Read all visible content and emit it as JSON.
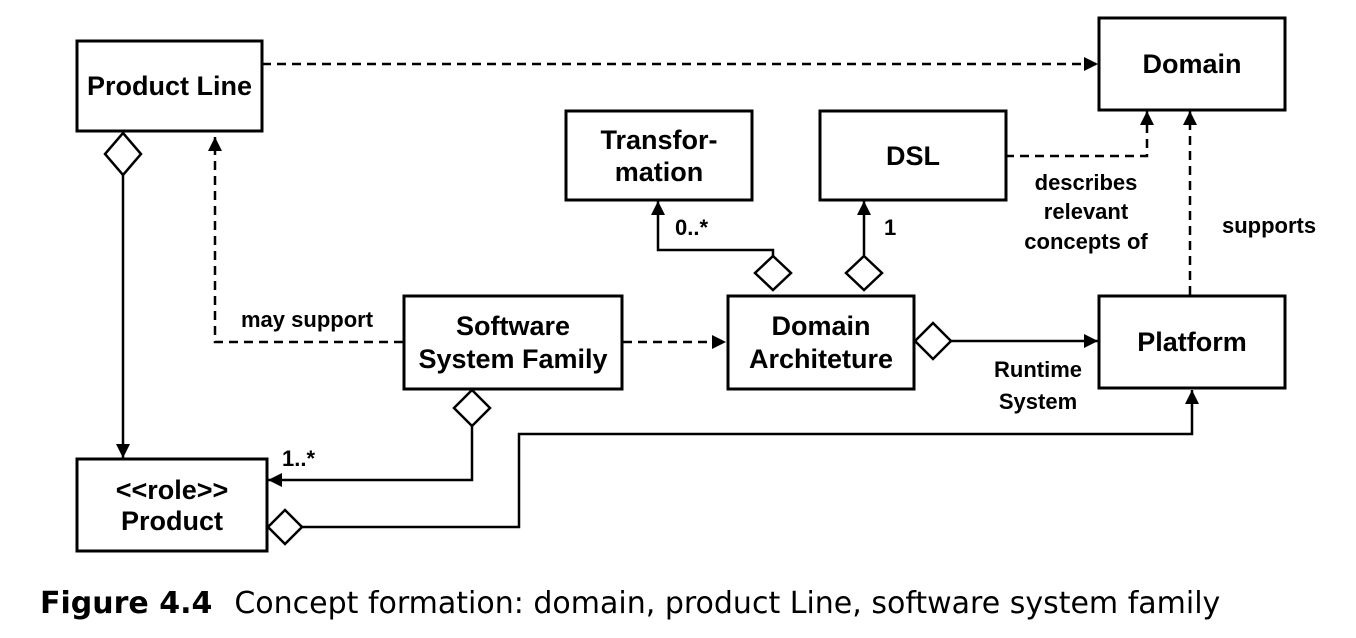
{
  "nodes": {
    "product_line": {
      "lines": [
        "Product Line"
      ]
    },
    "domain": {
      "lines": [
        "Domain"
      ]
    },
    "transformation": {
      "lines": [
        "Transfor-",
        "mation"
      ]
    },
    "dsl": {
      "lines": [
        "DSL"
      ]
    },
    "software_system_family": {
      "lines": [
        "Software",
        "System Family"
      ]
    },
    "domain_architecture": {
      "lines": [
        "Domain",
        "Architeture"
      ]
    },
    "platform": {
      "lines": [
        "Platform"
      ]
    },
    "product": {
      "lines": [
        "<<role>>",
        "Product"
      ]
    }
  },
  "edge_labels": {
    "may_support": "may support",
    "describes": [
      "describes",
      "relevant",
      "concepts of"
    ],
    "supports": "supports",
    "runtime_system": [
      "Runtime",
      "System"
    ],
    "mult_transformation": "0..*",
    "mult_dsl": "1",
    "mult_product": "1..*"
  },
  "caption": {
    "label": "Figure 4.4",
    "text": "Concept formation: domain, product Line, software system family"
  }
}
